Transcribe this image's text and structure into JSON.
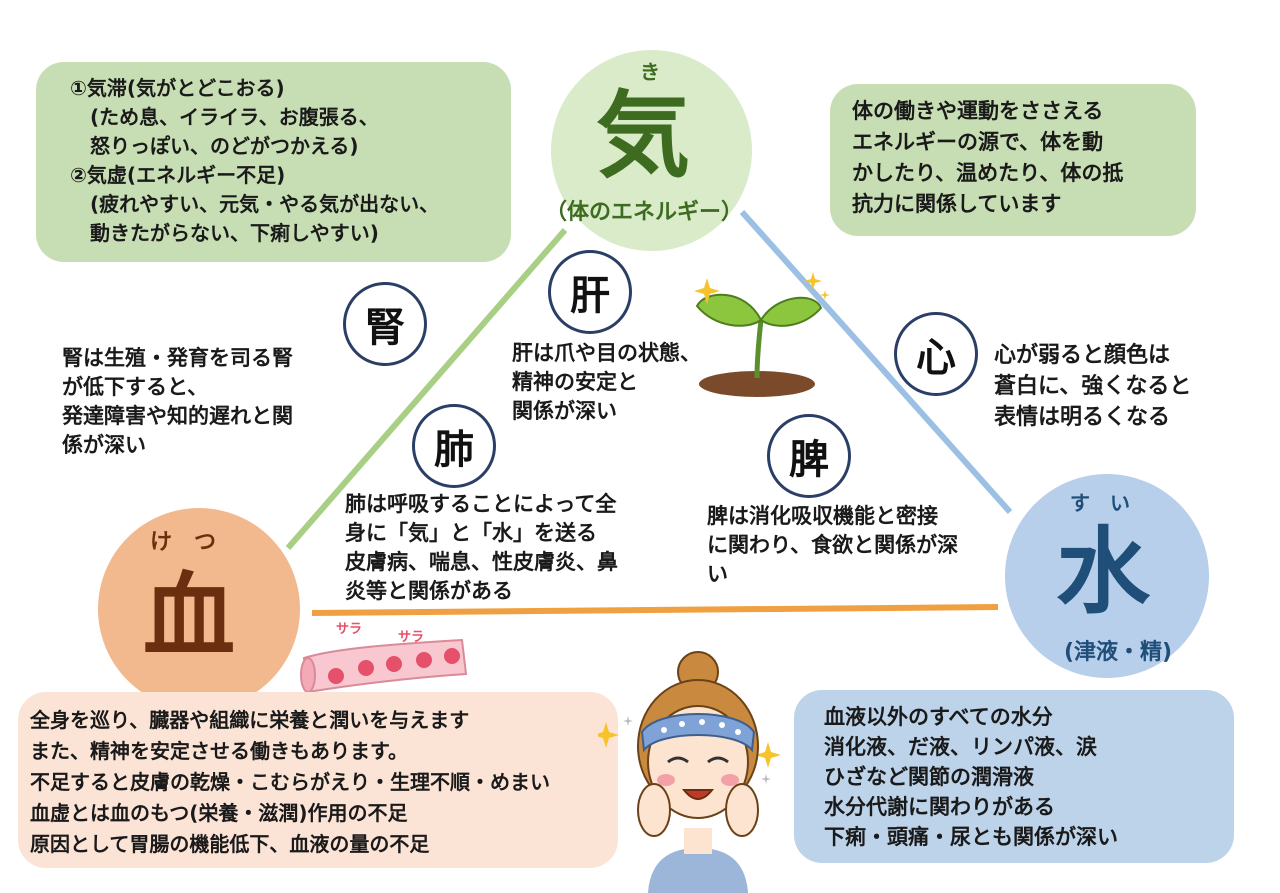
{
  "qi": {
    "char": "気",
    "reading": "き",
    "sub": "（体のエネルギー）",
    "deficiency_box": [
      "①気滞(気がとどこおる)",
      "　(ため息、イライラ、お腹張る、",
      "　怒りっぽい、のどがつかえる)",
      "②気虚(エネルギー不足)",
      "　(疲れやすい、元気・やる気が出ない、",
      "　動きたがらない、下痢しやすい)"
    ],
    "desc_box": [
      "体の働きや運動をささえる",
      "エネルギーの源で、体を動",
      "かしたり、温めたり、体の抵",
      "抗力に関係しています"
    ]
  },
  "blood": {
    "char": "血",
    "reading": "け　つ",
    "vessel_label_1": "サラ",
    "vessel_label_2": "サラ",
    "desc_box": [
      "全身を巡り、臓器や組織に栄養と潤いを与えます",
      "また、精神を安定させる働きもあります。",
      "不足すると皮膚の乾燥・こむらがえり・生理不順・めまい",
      "血虚とは血のもつ(栄養・滋潤)作用の不足",
      "原因として胃腸の機能低下、血液の量の不足"
    ]
  },
  "water": {
    "char": "水",
    "reading": "す　い",
    "sub": "(津液・精)",
    "desc_box": [
      "血液以外のすべての水分",
      "消化液、だ液、リンパ液、涙",
      "ひざなど関節の潤滑液",
      "水分代謝に関わりがある",
      "下痢・頭痛・尿とも関係が深い"
    ]
  },
  "organs": {
    "kidney": {
      "char": "腎",
      "text": [
        "腎は生殖・発育を司る腎",
        "が低下すると、",
        "発達障害や知的遅れと関",
        "係が深い"
      ]
    },
    "liver": {
      "char": "肝",
      "text": [
        "肝は爪や目の状態、",
        "精神の安定と",
        "関係が深い"
      ]
    },
    "lung": {
      "char": "肺",
      "text": [
        "肺は呼吸することによって全",
        "身に「気」と「水」を送る",
        "皮膚病、喘息、性皮膚炎、鼻",
        "炎等と関係がある"
      ]
    },
    "spleen": {
      "char": "脾",
      "text": [
        "脾は消化吸収機能と密接",
        "に関わり、食欲と関係が深",
        "い"
      ]
    },
    "heart": {
      "char": "心",
      "text": [
        "心が弱ると顔色は",
        "蒼白に、強くなると",
        "表情は明るくなる"
      ]
    }
  },
  "colors": {
    "qi_green": "#c7ddb3",
    "qi_char": "#3d6b1f",
    "blood_orange": "#f2b98e",
    "blood_char": "#6b2f10",
    "water_blue": "#b7cfea",
    "water_char": "#1f4e79",
    "line_green": "#a8cf84",
    "line_blue": "#9cc0e3",
    "line_orange": "#f0a040"
  }
}
